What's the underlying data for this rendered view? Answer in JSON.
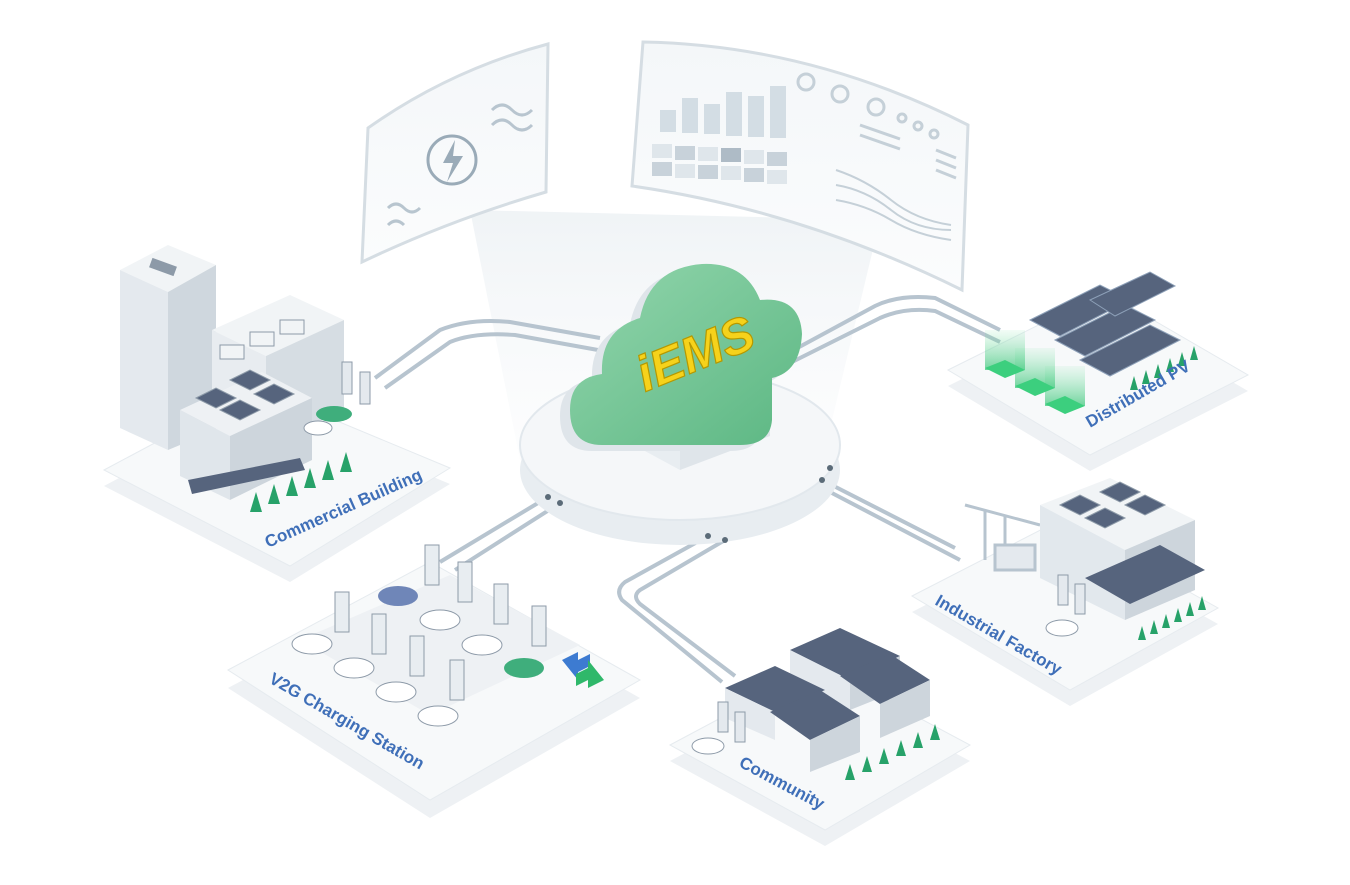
{
  "hub": {
    "label": "iEMS"
  },
  "nodes": {
    "commercial": {
      "label": "Commercial Building"
    },
    "pv": {
      "label": "Distributed PV"
    },
    "v2g": {
      "label": "V2G Charging Station"
    },
    "industrial": {
      "label": "Industrial Factory"
    },
    "community": {
      "label": "Community"
    }
  },
  "colors": {
    "cloud": "#7ecb9c",
    "label": "#3f6fb8",
    "hub_text": "#f6d21b",
    "tree": "#27a269",
    "panel": "#56647d",
    "pipe": "#b7c4cf"
  }
}
